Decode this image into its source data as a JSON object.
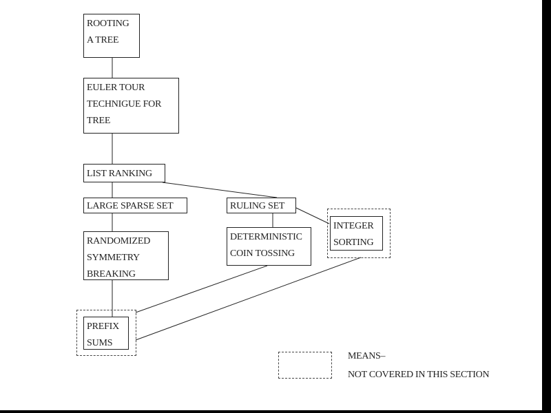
{
  "nodes": {
    "rooting_tree": [
      "ROOTING",
      "A TREE"
    ],
    "euler_tour": [
      "EULER TOUR",
      "TECHNIGUE FOR",
      "TREE"
    ],
    "list_ranking": [
      "LIST RANKING"
    ],
    "large_sparse_set": [
      "LARGE SPARSE SET"
    ],
    "ruling_set": [
      "RULING SET"
    ],
    "randomized_symmetry": [
      "RANDOMIZED",
      "SYMMETRY",
      "BREAKING"
    ],
    "deterministic_coin": [
      "DETERMINISTIC",
      "COIN TOSSING"
    ],
    "integer_sorting": [
      "INTEGER",
      "SORTING"
    ],
    "prefix_sums": [
      "PREFIX",
      "SUMS"
    ]
  },
  "legend": {
    "means": "MEANS–",
    "not_covered": "NOT  COVERED  IN THIS SECTION"
  },
  "colors": {
    "line": "#222222",
    "border": "#222222",
    "frame": "#000000"
  }
}
